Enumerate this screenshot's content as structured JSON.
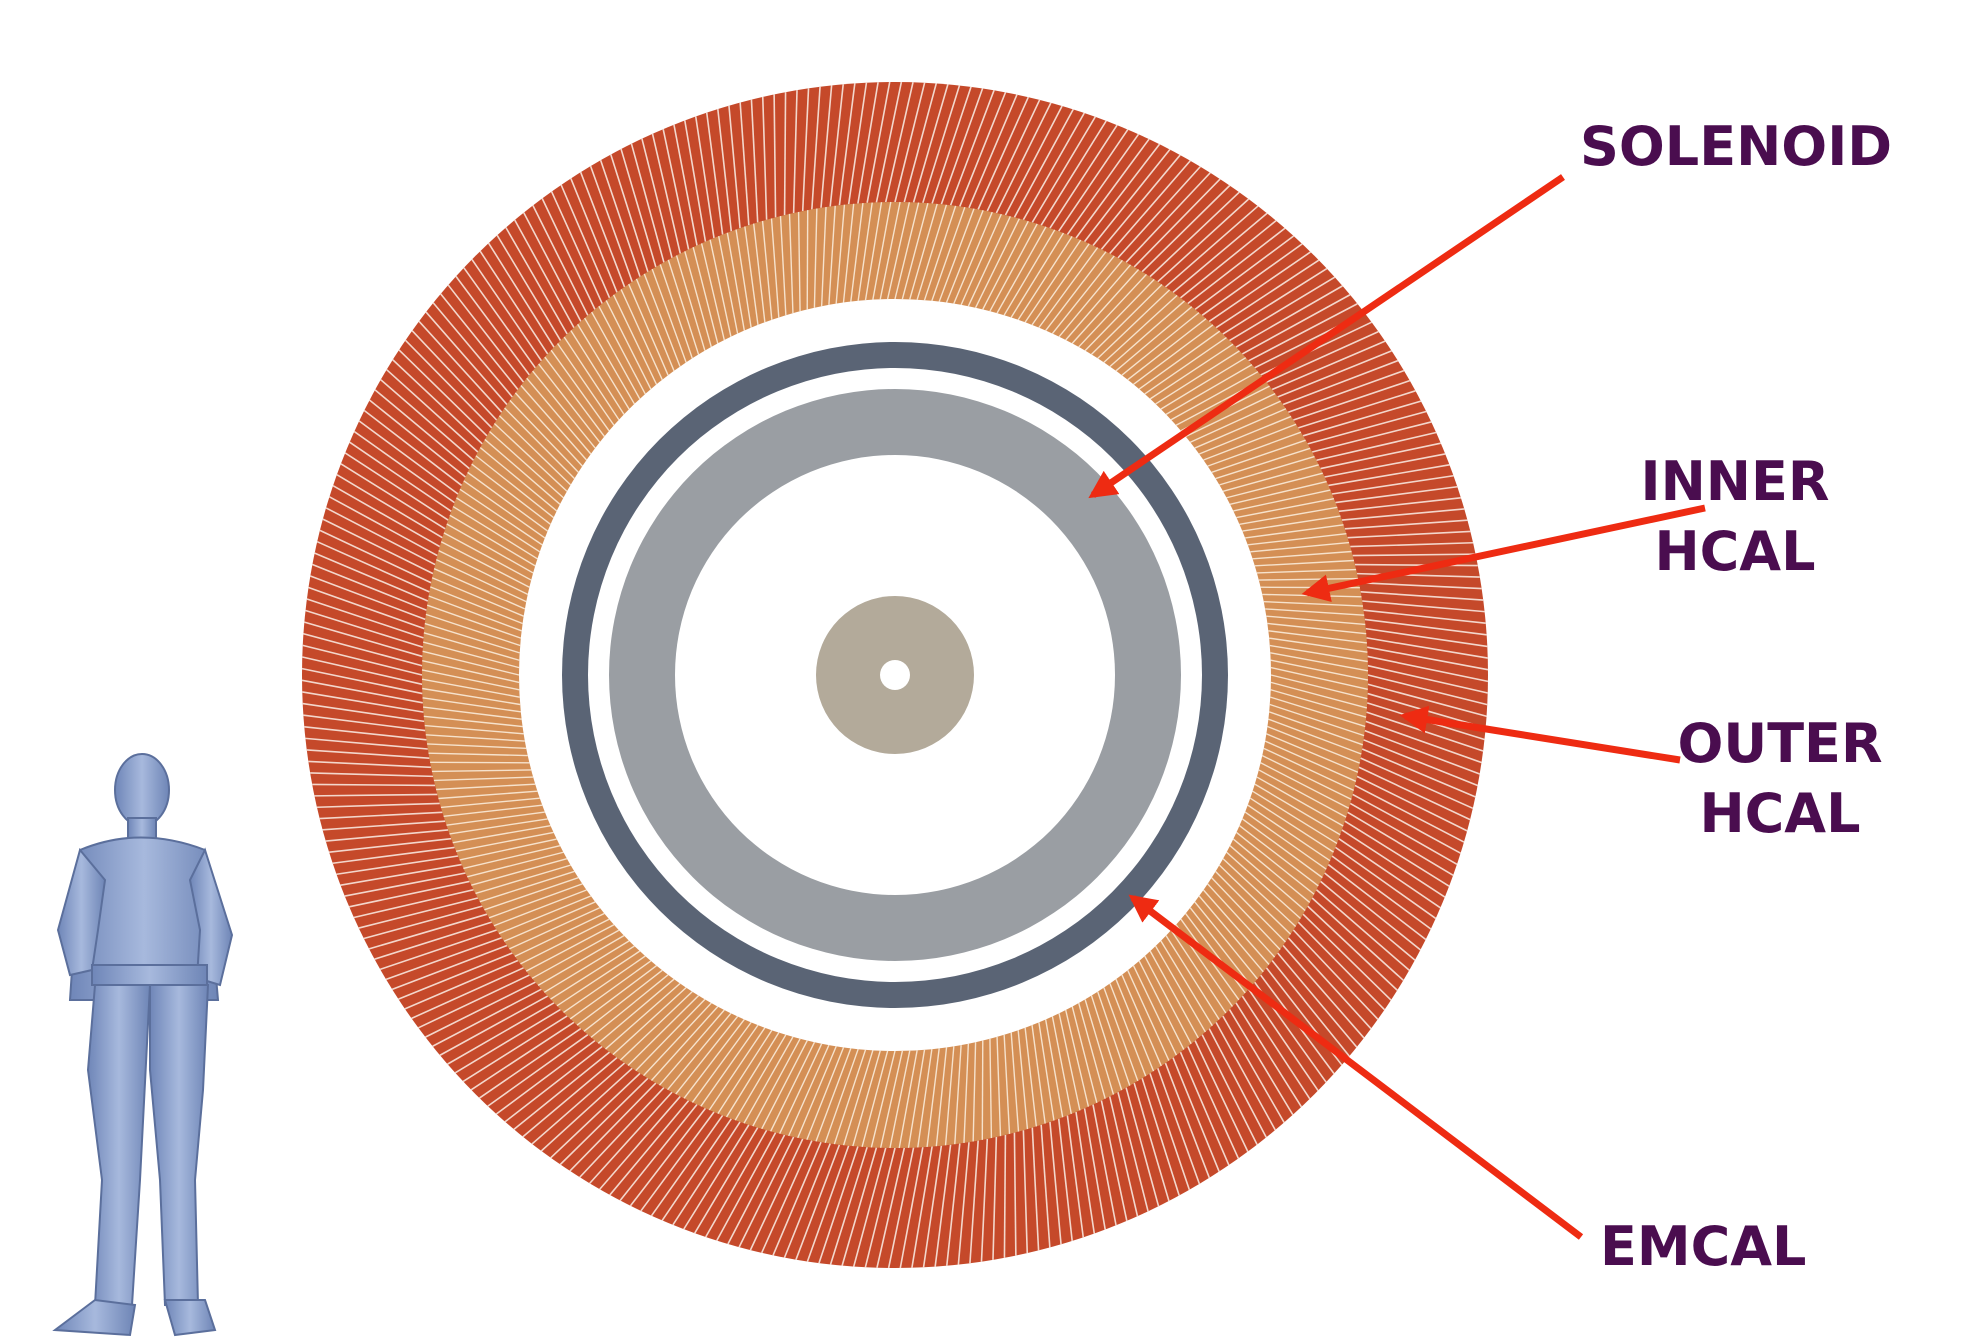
{
  "labels": {
    "solenoid": "SOLENOID",
    "inner_hcal_line1": "INNER",
    "inner_hcal_line2": "HCAL",
    "outer_hcal_line1": "OUTER",
    "outer_hcal_line2": "HCAL",
    "emcal": "EMCAL"
  },
  "colors": {
    "outer_hcal": "#c5492a",
    "inner_hcal": "#d48f55",
    "solenoid": "#5a6475",
    "emcal": "#9a9ea3",
    "beam_pipe_region": "#b3aa9a",
    "arrow": "#ee2b12",
    "label_text": "#4a0d4f",
    "human_figure": "#8fa5cf"
  },
  "icons": {
    "scale_figure": "human-figure-icon"
  }
}
